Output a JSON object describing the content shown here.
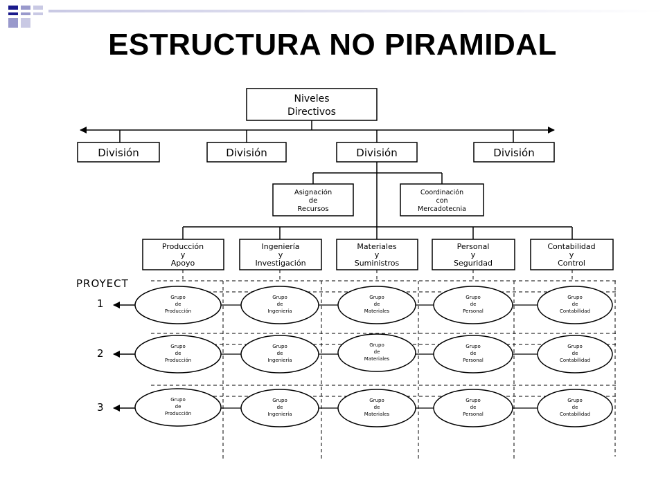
{
  "slide": {
    "title": "ESTRUCTURA NO PIRAMIDAL"
  },
  "colors": {
    "accent_dark": "#1a1a8c",
    "accent_light": "#9999cc",
    "line": "#000000"
  },
  "diagram": {
    "top": [
      "Niveles",
      "Directivos"
    ],
    "divisions": [
      "División",
      "División",
      "División",
      "División"
    ],
    "support": [
      [
        "Asignación",
        "de",
        "Recursos"
      ],
      [
        "Coordinación",
        "con",
        "Mercadotecnia"
      ]
    ],
    "departments": [
      [
        "Producción",
        "y",
        "Apoyo"
      ],
      [
        "Ingeniería",
        "y",
        "Investigación"
      ],
      [
        "Materiales",
        "y",
        "Suministros"
      ],
      [
        "Personal",
        "y",
        "Seguridad"
      ],
      [
        "Contabilidad",
        "y",
        "Control"
      ]
    ],
    "project_label": "PROYECT",
    "project_numbers": [
      "1",
      "2",
      "3"
    ],
    "groups": [
      [
        "Grupo",
        "de",
        "Producción"
      ],
      [
        "Grupo",
        "de",
        "Ingeniería"
      ],
      [
        "Grupo",
        "de",
        "Materiales"
      ],
      [
        "Grupo",
        "de",
        "Personal"
      ],
      [
        "Grupo",
        "de",
        "Contabilidad"
      ]
    ]
  }
}
